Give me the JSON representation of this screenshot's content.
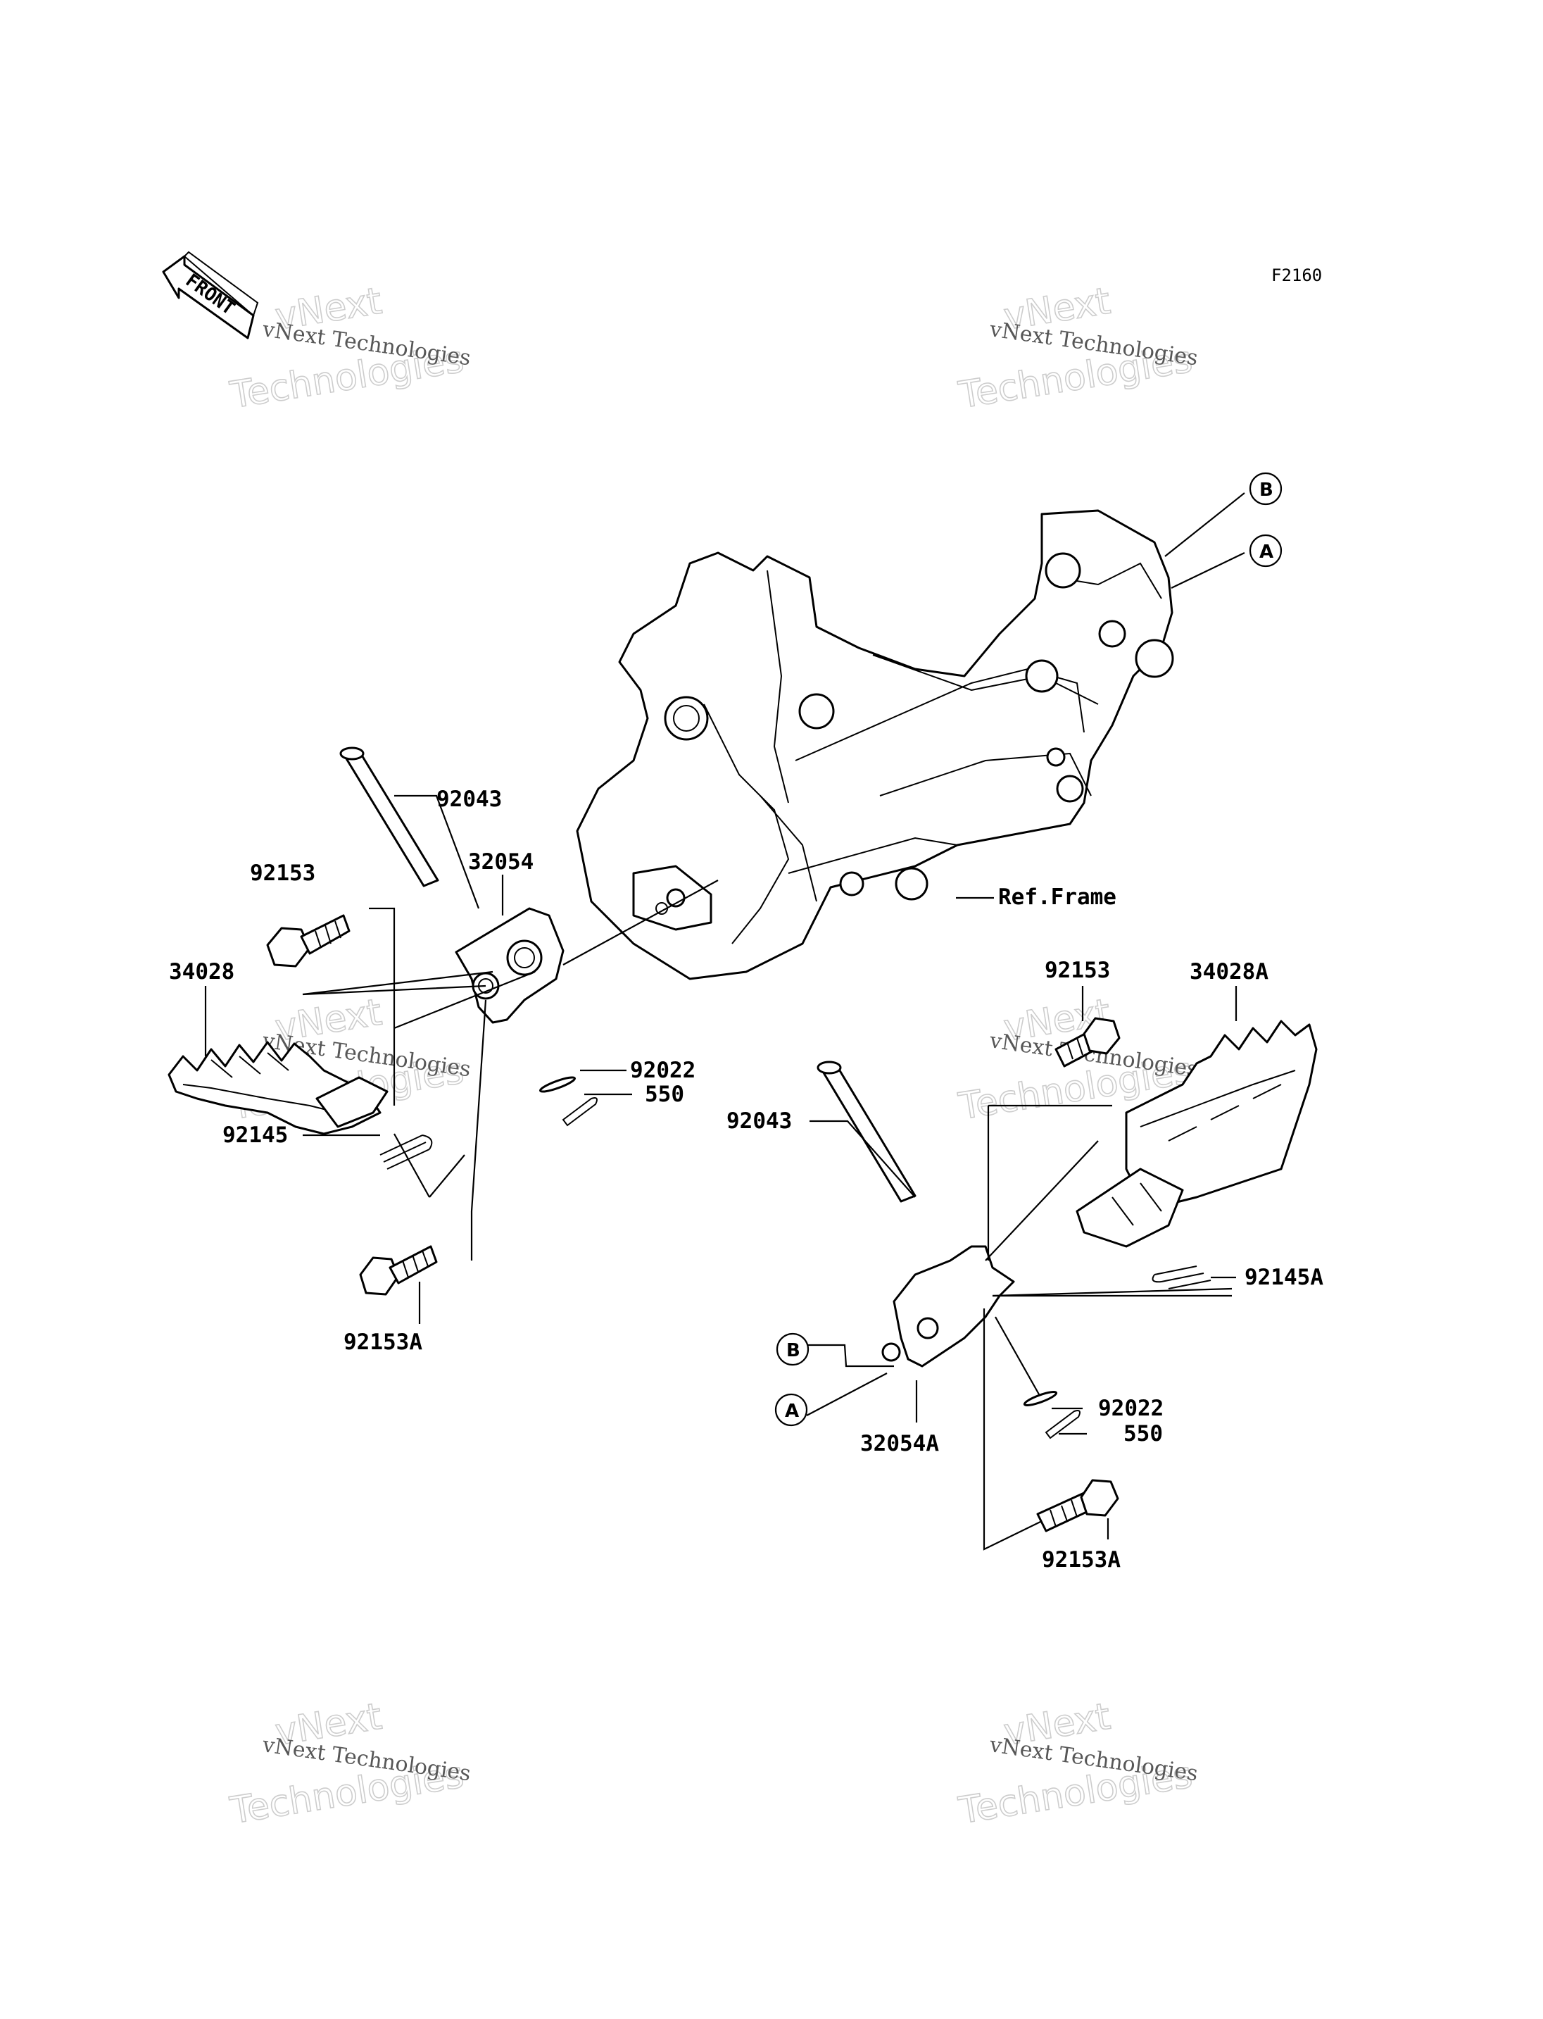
{
  "figure_code": "F2160",
  "front_arrow_label": "FRONT",
  "frame_label": "Ref.Frame",
  "watermark": {
    "line1": "vNext",
    "line2": "vNext Technologies",
    "line3": "Technologies"
  },
  "callouts": {
    "left_pin": "92043",
    "left_bracket": "32054",
    "left_bolt": "92153",
    "left_footpeg": "34028",
    "left_washer": "92022",
    "left_cotter": "550",
    "left_spring": "92145",
    "left_lower_bolt": "92153A",
    "right_bolt": "92153",
    "right_footpeg": "34028A",
    "right_pin": "92043",
    "right_spring": "92145A",
    "right_washer": "92022",
    "right_cotter": "550",
    "right_bracket": "32054A",
    "right_lower_bolt": "92153A"
  },
  "reference_tags": {
    "top_b": "B",
    "top_a": "A",
    "lower_b": "B",
    "lower_a": "A"
  }
}
